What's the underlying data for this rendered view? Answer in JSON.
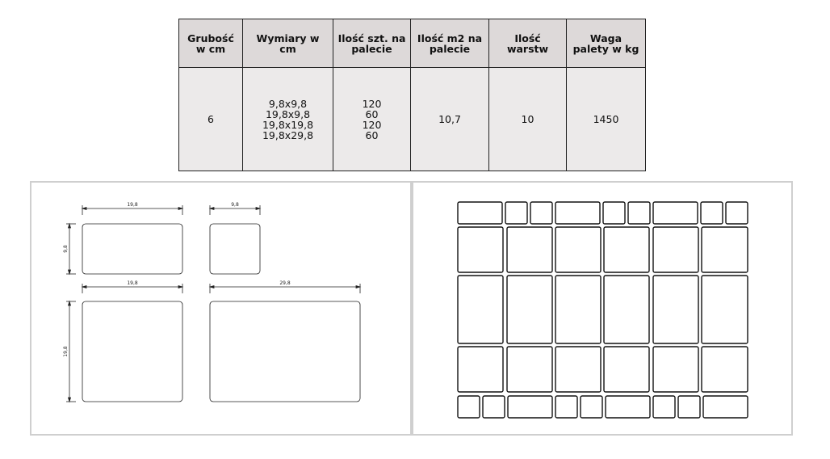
{
  "table": {
    "headers": [
      [
        "Grubość",
        "w cm"
      ],
      [
        "Wymiary w",
        "cm"
      ],
      [
        "Ilość szt. na",
        "palecie"
      ],
      [
        "Ilość m2 na",
        "palecie"
      ],
      [
        "Ilość",
        "warstw"
      ],
      [
        "Waga",
        "palety w kg"
      ]
    ],
    "row": {
      "thickness": "6",
      "dimensions": [
        "9,8x9,8",
        "19,8x9,8",
        "19,8x19,8",
        "19,8x29,8"
      ],
      "pieces_per_pallet": [
        "120",
        "60",
        "120",
        "60"
      ],
      "m2_per_pallet": "10,7",
      "layers": "10",
      "pallet_weight": "1450"
    }
  },
  "dimension_drawing": {
    "labels": {
      "top_left_width": "19,8",
      "top_right_width": "9,8",
      "top_height": "9,8",
      "bottom_left_width": "19,8",
      "bottom_right_width": "29,8",
      "bottom_height": "19,8"
    }
  },
  "colors": {
    "table_header_bg": "#ddd9d9",
    "table_body_bg": "#eceaea",
    "panel_border": "#cfcfcf",
    "line": "#222222"
  }
}
